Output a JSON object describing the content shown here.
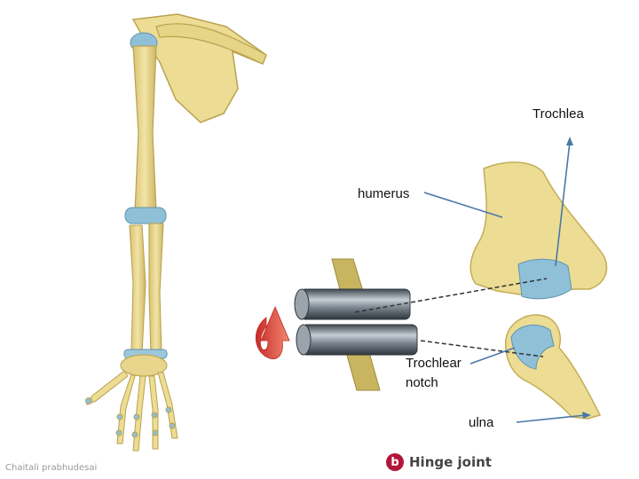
{
  "labels": {
    "trochlea": "Trochlea",
    "humerus": "humerus",
    "trochlear_notch_line1": "Trochlear",
    "trochlear_notch_line2": "notch",
    "ulna": "ulna"
  },
  "caption": {
    "badge": "b",
    "title": "Hinge joint"
  },
  "credit": "Chaitali prabhudesai",
  "colors": {
    "bone": "#ecdc94",
    "bone_shadow": "#c9b45c",
    "cartilage": "#8fc0d8",
    "cylinder": "#6f7c88",
    "leader_line": "#4a78a8",
    "rotation_arrow": "#e0453a"
  }
}
